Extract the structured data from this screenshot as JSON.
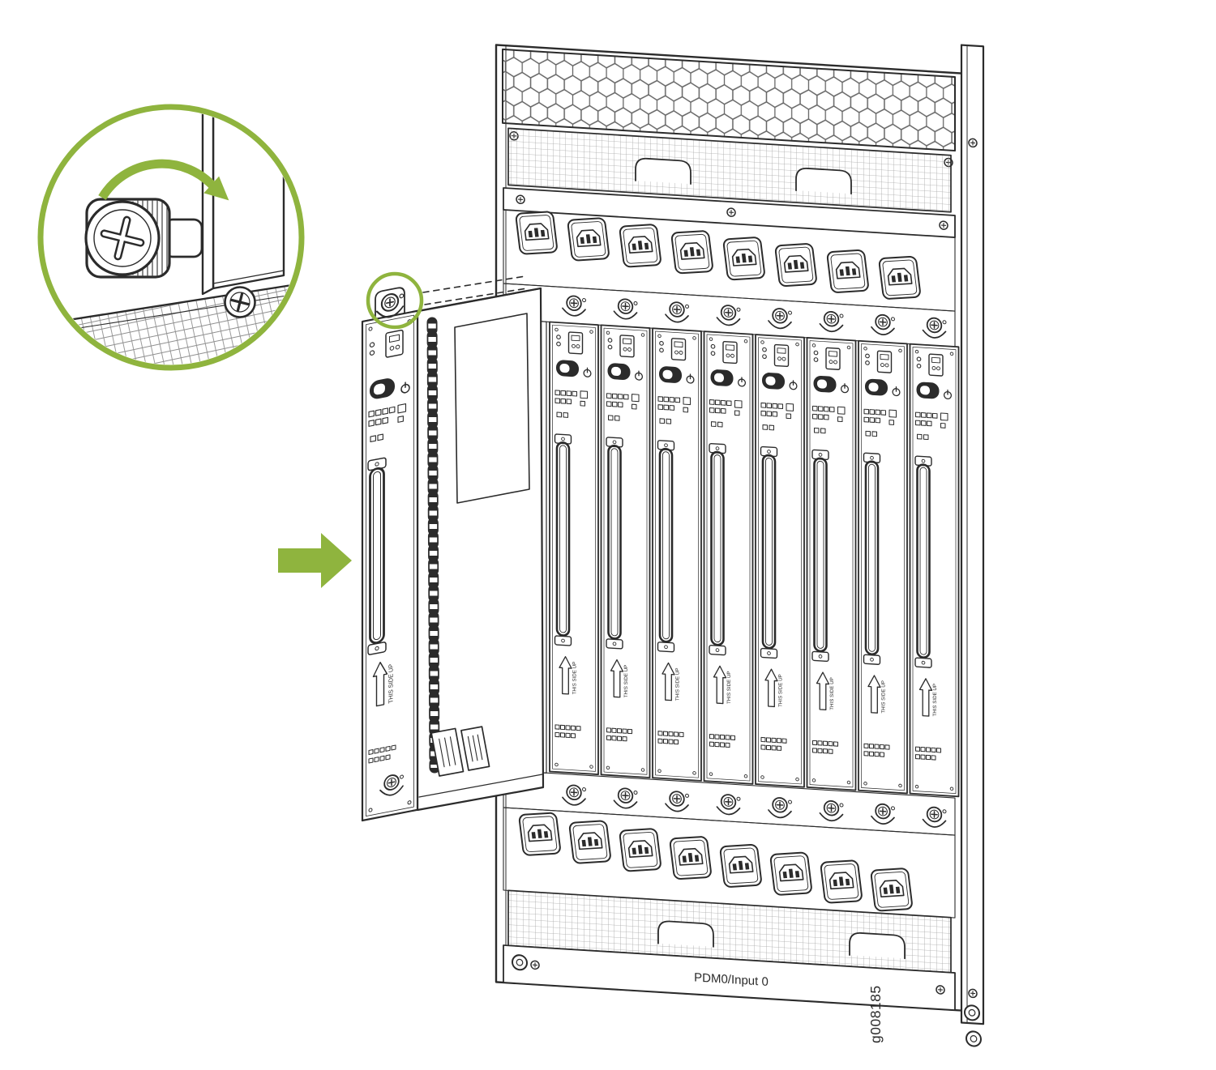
{
  "figure": {
    "id": "g008185",
    "bottom_label": "PDM0/Input 0"
  },
  "module": {
    "orientation_label": "THIS SIDE UP"
  },
  "chassis": {
    "installed_module_count": 8,
    "empty_slot_count": 1,
    "top_inlet_count": 8,
    "bottom_inlet_count": 8
  },
  "callout": {
    "subject": "captive-thumbscrew",
    "rotation_direction": "clockwise"
  },
  "colors": {
    "accent_green": "#8fb43e",
    "line": "#2b2b2b",
    "background": "#ffffff"
  }
}
